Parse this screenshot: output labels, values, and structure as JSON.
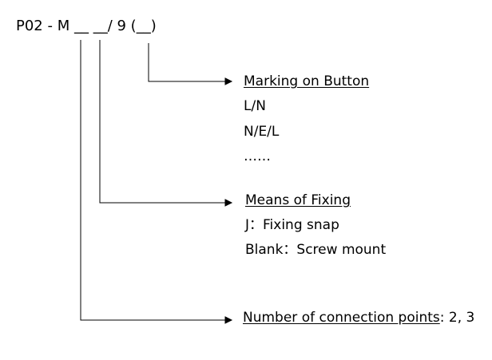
{
  "code": {
    "prefix": "P02 - M",
    "blank1": "__",
    "blank2": "__",
    "sep": "/ 9 (",
    "blank3": "__",
    "close": ")"
  },
  "marking": {
    "heading": "Marking on Button",
    "options": [
      "L/N",
      "N/E/L",
      "……"
    ]
  },
  "fixing": {
    "heading": "Means of Fixing",
    "options": [
      "J：Fixing snap",
      "Blank：Screw mount"
    ]
  },
  "connection": {
    "heading": "Number of connection points",
    "suffix": ": 2, 3"
  },
  "colors": {
    "text": "#000000",
    "line": "#000000"
  }
}
